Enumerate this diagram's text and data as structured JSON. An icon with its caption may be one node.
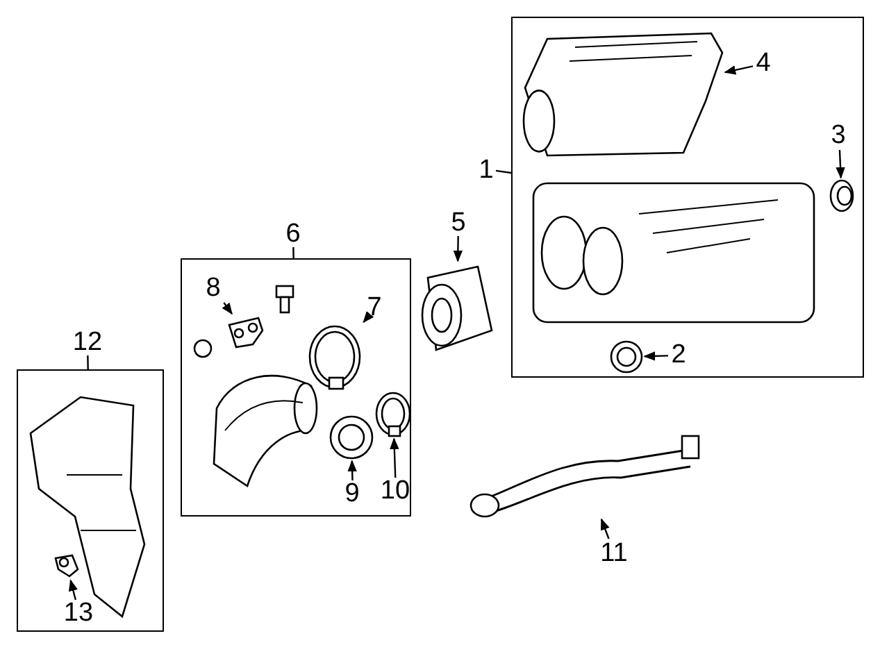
{
  "diagram": {
    "nodes": [
      {
        "text": [
          "1"
        ]
      },
      {
        "text": [],
        "shape": "box"
      },
      {
        "text": [
          "4"
        ],
        "in": 1
      },
      {
        "text": [],
        "shape": "picture",
        "in": 1
      },
      {
        "text": [
          "3"
        ],
        "in": 1
      },
      {
        "text": [],
        "shape": "picture",
        "in": 1
      },
      {
        "text": [
          "2"
        ],
        "in": 1
      },
      {
        "text": [],
        "shape": "picture",
        "in": 1
      },
      {
        "text": [
          "5"
        ]
      },
      {
        "text": [],
        "shape": "picture"
      },
      {
        "text": [
          "6"
        ]
      },
      {
        "text": [],
        "shape": "box"
      },
      {
        "text": [
          "8"
        ],
        "in": 11
      },
      {
        "text": [],
        "shape": "picture",
        "in": 11
      },
      {
        "text": [
          "7"
        ],
        "in": 11
      },
      {
        "text": [],
        "shape": "picture",
        "in": 11
      },
      {
        "text": [
          "9"
        ],
        "in": 11
      },
      {
        "text": [],
        "shape": "picture",
        "in": 11
      },
      {
        "text": [
          "10"
        ],
        "in": 11
      },
      {
        "text": [],
        "shape": "picture",
        "in": 11
      },
      {
        "text": [
          "11"
        ]
      },
      {
        "text": [],
        "shape": "picture"
      },
      {
        "text": [
          "12"
        ]
      },
      {
        "text": [],
        "shape": "box"
      },
      {
        "text": [
          "13"
        ],
        "in": 23
      },
      {
        "text": [],
        "shape": "picture",
        "in": 23
      }
    ],
    "edges": [
      {
        "from": 0,
        "to": 1,
        "arrow": "none"
      },
      {
        "from": 2,
        "to": 3,
        "arrow": "to"
      },
      {
        "from": 4,
        "to": 5,
        "arrow": "to"
      },
      {
        "from": 6,
        "to": 7,
        "arrow": "to"
      },
      {
        "from": 8,
        "to": 9,
        "arrow": "to"
      },
      {
        "from": 10,
        "to": 11,
        "arrow": "none"
      },
      {
        "from": 12,
        "to": 13,
        "arrow": "to"
      },
      {
        "from": 14,
        "to": 15,
        "arrow": "to"
      },
      {
        "from": 16,
        "to": 17,
        "arrow": "to"
      },
      {
        "from": 18,
        "to": 19,
        "arrow": "to"
      },
      {
        "from": 20,
        "to": 21,
        "arrow": "to"
      },
      {
        "from": 22,
        "to": 23,
        "arrow": "none"
      },
      {
        "from": 24,
        "to": 25,
        "arrow": "to"
      }
    ]
  }
}
